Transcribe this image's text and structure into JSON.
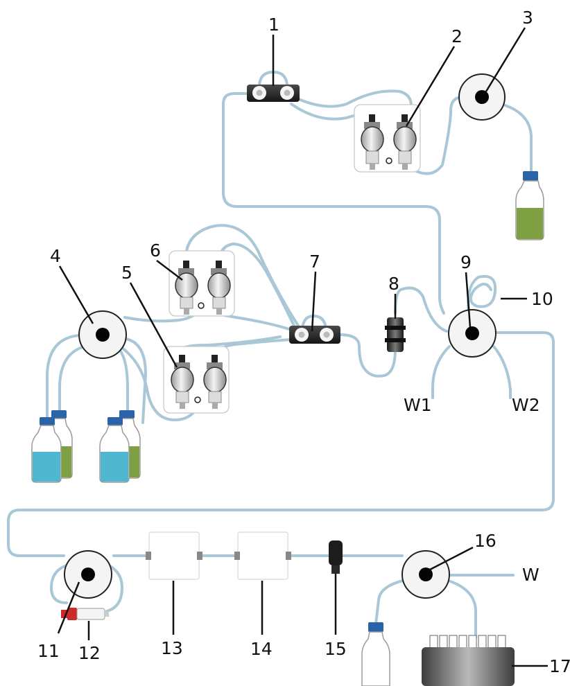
{
  "diagram": {
    "component_numbers": [
      "1",
      "2",
      "3",
      "4",
      "5",
      "6",
      "7",
      "8",
      "9",
      "10",
      "11",
      "12",
      "13",
      "14",
      "15",
      "16",
      "17"
    ],
    "outlet_labels": [
      "W1",
      "W2",
      "W"
    ]
  },
  "colors": {
    "tubing": "#a9c7d6",
    "buffer_blue": "#4fb7cf",
    "buffer_green": "#7ea043",
    "cap_blue": "#2a63a8",
    "injector_red": "#cf2a2a"
  }
}
